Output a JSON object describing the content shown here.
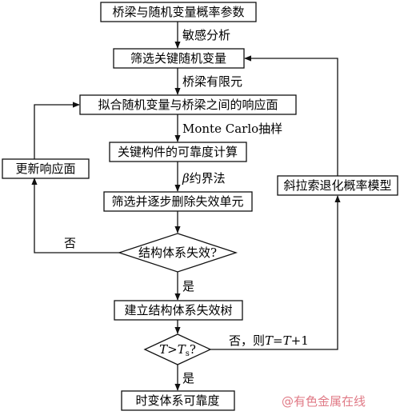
{
  "nodes": {
    "n1": "桥梁与随机变量概率参数",
    "n2": "筛选关键随机变量",
    "n3": "拟合随机变量与桥梁之间的响应面",
    "n4": "关键构件的可靠度计算",
    "n5": "筛选并逐步删除失效单元",
    "d1": "结构体系失效?",
    "n6": "建立结构体系失效树",
    "d2_main": "T",
    "d2_gt": ">",
    "d2_T": "T",
    "d2_sub": "s",
    "d2_q": "?",
    "n7": "时变体系可靠度",
    "update": "更新响应面",
    "degrade": "斜拉索退化概率模型"
  },
  "edges": {
    "e1": "敏感分析",
    "e2": "桥梁有限元",
    "e3": "Monte Carlo抽样",
    "e4_beta": "β",
    "e4": "约界法",
    "no": "否",
    "yes1": "是",
    "no2_pre": "否，则",
    "no2_T1": "T",
    "no2_eq": "=",
    "no2_T2": "T",
    "no2_plus": "+1",
    "yes2": "是"
  },
  "watermark": "@有色金属在线"
}
